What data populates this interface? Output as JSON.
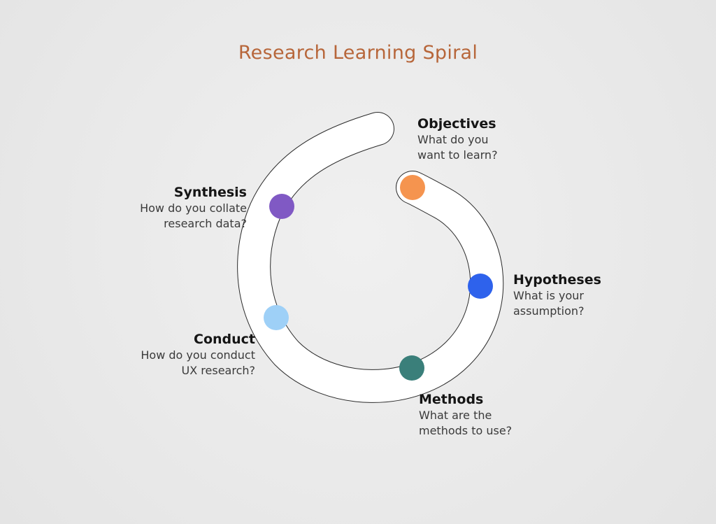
{
  "title": "Research Learning Spiral",
  "colors": {
    "title": "#b7663a",
    "track_fill": "#ffffff",
    "track_stroke": "#2a2a2a"
  },
  "stages": [
    {
      "id": "objectives",
      "title": "Objectives",
      "lines": [
        "What do you",
        "want to learn?"
      ],
      "color": "#f5944f"
    },
    {
      "id": "hypotheses",
      "title": "Hypotheses",
      "lines": [
        "What is your",
        "assumption?"
      ],
      "color": "#2e62ec"
    },
    {
      "id": "methods",
      "title": "Methods",
      "lines": [
        "What are the",
        "methods to use?"
      ],
      "color": "#3a7f7a"
    },
    {
      "id": "conduct",
      "title": "Conduct",
      "lines": [
        "How do you conduct",
        "UX research?"
      ],
      "color": "#9ed0f7"
    },
    {
      "id": "synthesis",
      "title": "Synthesis",
      "lines": [
        "How do you collate",
        "research data?"
      ],
      "color": "#8059c4"
    }
  ]
}
